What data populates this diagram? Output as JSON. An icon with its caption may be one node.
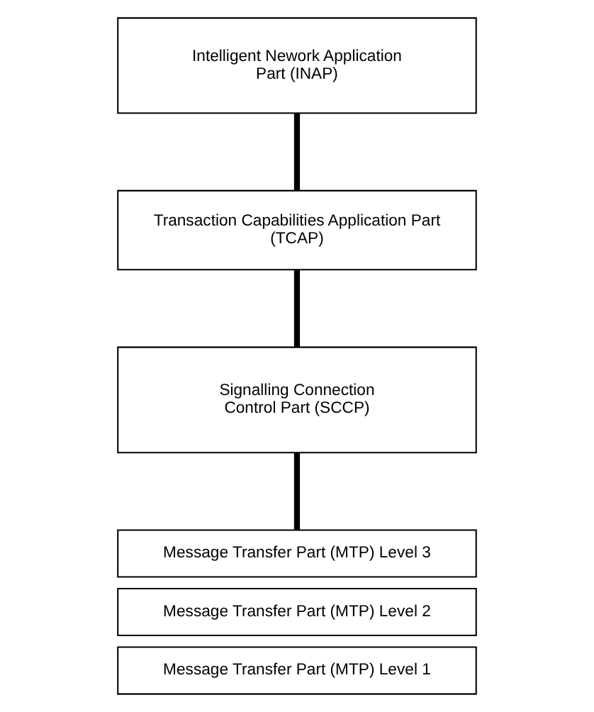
{
  "diagram": {
    "nodes": [
      {
        "text": [
          "Intelligent Nework Application Part (INAP)"
        ]
      },
      {
        "text": [
          "Transaction Capabilities Application Part (TCAP)"
        ]
      },
      {
        "text": [
          "Signalling Connection Control Part (SCCP)"
        ]
      },
      {
        "text": [
          "Message Transfer Part (MTP) Level 3"
        ]
      },
      {
        "text": [
          "Message Transfer Part (MTP) Level 2"
        ]
      },
      {
        "text": [
          "Message Transfer Part (MTP) Level 1"
        ]
      }
    ],
    "edges": [
      {
        "from": 0,
        "to": 1,
        "arrow": "none"
      },
      {
        "from": 1,
        "to": 2,
        "arrow": "none"
      },
      {
        "from": 2,
        "to": 3,
        "arrow": "none"
      }
    ]
  }
}
